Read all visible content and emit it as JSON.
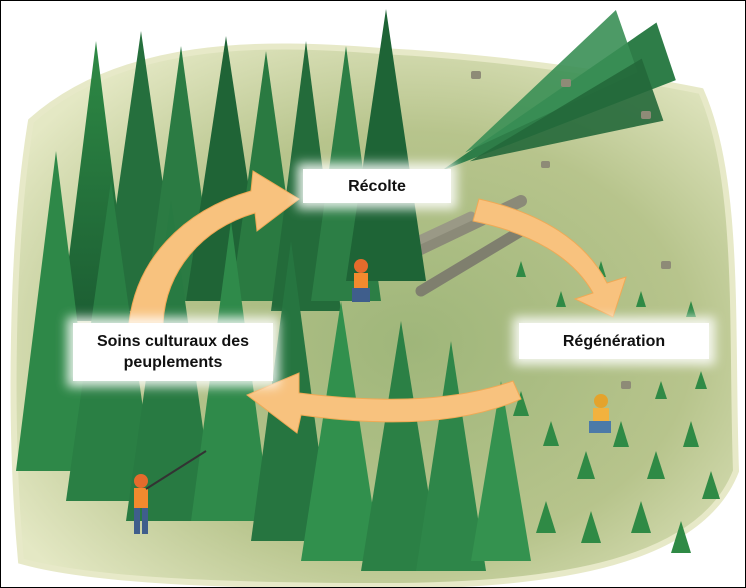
{
  "diagram": {
    "labels": {
      "harvest": "Récolte",
      "regeneration": "Régénération",
      "stand_care": "Soins culturaux des peuplements"
    },
    "cycle_order": [
      "harvest",
      "regeneration",
      "stand_care"
    ],
    "colors": {
      "arrow": "#F8C27E",
      "arrow_edge": "#F0A955",
      "forest_dark": "#1F6B3A",
      "forest_mid": "#2F8A45",
      "forest_light": "#4FA65A",
      "cutover_ground": "#B9C58E",
      "background": "#FFFFFF"
    }
  }
}
